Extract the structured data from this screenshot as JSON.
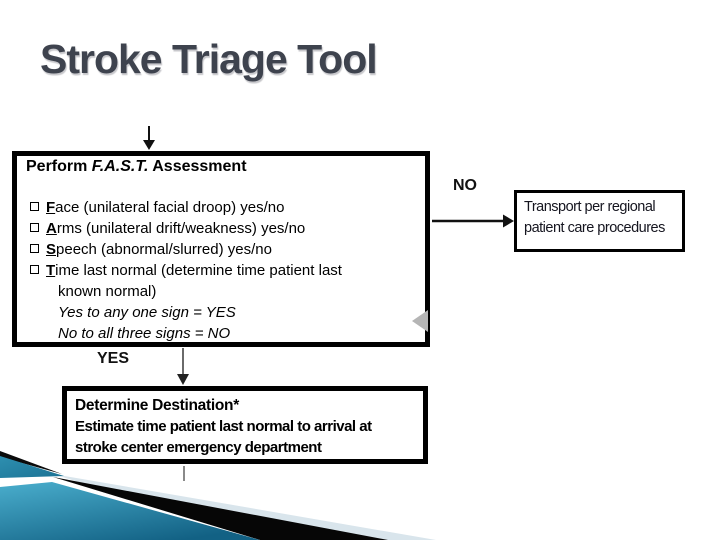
{
  "slide": {
    "title": "Stroke Triage Tool"
  },
  "flowchart": {
    "fast_box": {
      "header": {
        "pre": "Perform ",
        "fast": "F.A.S.T.",
        "post": " Assessment"
      },
      "items": [
        {
          "first": "F",
          "rest": "ace (unilateral facial droop) yes/no"
        },
        {
          "first": "A",
          "rest": "rms (unilateral drift/weakness) yes/no"
        },
        {
          "first": "S",
          "rest": "peech (abnormal/slurred) yes/no"
        },
        {
          "first": "T",
          "rest": "ime last normal (determine time patient last",
          "rest2": "known normal)"
        }
      ],
      "notes": [
        "Yes to any one sign = YES",
        "No to all three signs = NO"
      ]
    },
    "labels": {
      "no": "NO",
      "yes": "YES"
    },
    "transport_box": {
      "lines": [
        "Transport per regional",
        "patient care procedures"
      ]
    },
    "destination_box": {
      "title": "Determine Destination*",
      "lines": [
        "Estimate time patient last normal to arrival at",
        "stroke center emergency department"
      ]
    }
  },
  "colors": {
    "title_text": "#3e434e",
    "box_border": "#000000",
    "arrow_black": "#111111",
    "arrow_gray": "#6a6a6a",
    "stub_gray": "#8a8a8a",
    "hidden_arrow_gray": "#b5b5b5",
    "ribbon_pale": "#d9e5ec",
    "ribbon_black": "#060606",
    "sliver_black": "#0b0b0b",
    "teal_light": "#4aaecd",
    "teal_dark": "#126184",
    "wedge_light": "#2e8fb0",
    "wedge_dark": "#1b7294"
  }
}
